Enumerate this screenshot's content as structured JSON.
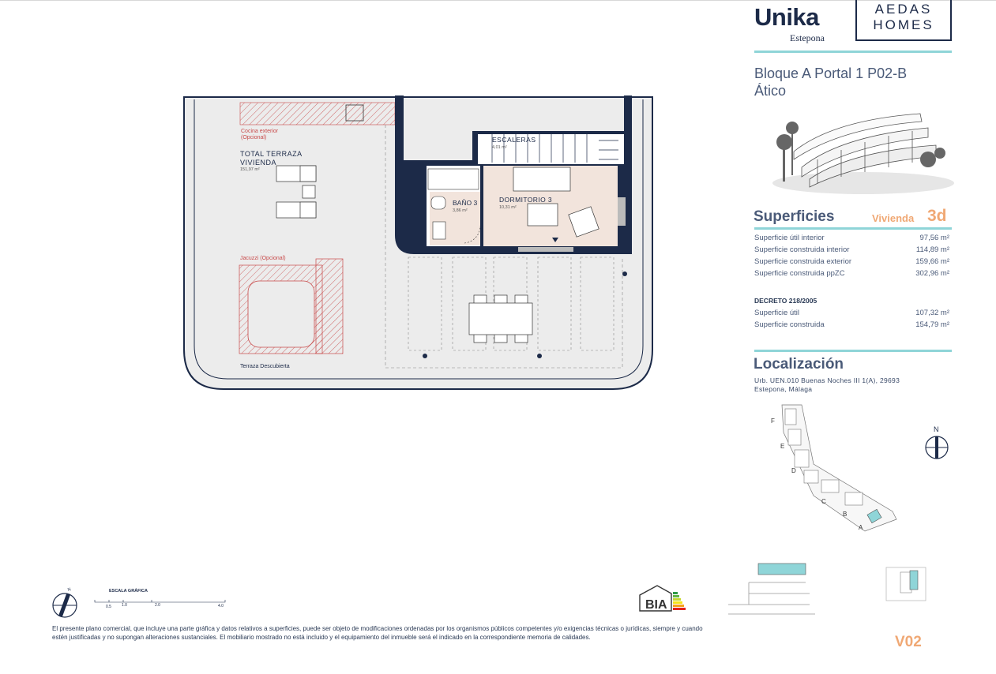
{
  "brand": {
    "name": "Unika",
    "location": "Estepona",
    "partner_line1": "AEDAS",
    "partner_line2": "HOMES"
  },
  "unit": {
    "line1": "Bloque A Portal 1 P02-B",
    "line2": "Ático"
  },
  "superficies": {
    "heading": "Superficies",
    "vivienda_label": "Vivienda",
    "vivienda_value": "3d",
    "rows": [
      {
        "label": "Superficie útil interior",
        "value": "97,56 m²"
      },
      {
        "label": "Superficie construida interior",
        "value": "114,89 m²"
      },
      {
        "label": "Superficie construida exterior",
        "value": "159,66 m²"
      },
      {
        "label": "Superficie construida ppZC",
        "value": "302,96 m²"
      }
    ],
    "decreto_heading": "DECRETO 218/2005",
    "decreto_rows": [
      {
        "label": "Superficie útil",
        "value": "107,32 m²"
      },
      {
        "label": "Superficie construida",
        "value": "154,79 m²"
      }
    ]
  },
  "localizacion": {
    "heading": "Localización",
    "address_line1": "Urb. UEN.010 Buenas Noches III 1(A), 29693",
    "address_line2": "Estepona, Málaga",
    "blocks": [
      "F",
      "E",
      "D",
      "C",
      "B",
      "A"
    ],
    "north": "N"
  },
  "plan": {
    "cocina_exterior": "Cocina exterior",
    "cocina_opcional": "(Opcional)",
    "total_terraza_1": "TOTAL  TERRAZA",
    "total_terraza_2": "VIVIENDA",
    "total_terraza_area": "151,97 m²",
    "escaleras": "ESCALERAS",
    "escaleras_area": "4,01 m²",
    "bano": "BAÑO 3",
    "bano_area": "3,86 m²",
    "dormitorio": "DORMITORIO 3",
    "dormitorio_area": "10,31 m²",
    "jacuzzi": "Jacuzzi (Opcional)",
    "terraza_descubierta": "Terraza Descubierta"
  },
  "scale": {
    "label": "ESCALA GRÁFICA",
    "ticks": [
      "0.5",
      "1.0",
      "2.0",
      "4.0"
    ],
    "north": "N"
  },
  "energy_label": "BIA",
  "disclaimer": "El presente plano comercial, que incluye una parte gráfica y datos relativos a superficies, puede ser objeto de modificaciones ordenadas por los organismos públicos competentes y/o exigencias técnicas o jurídicas, siempre y cuando estén justificadas y no supongan alteraciones sustanciales. El mobiliario mostrado no está incluido y el equipamiento del inmueble será el indicado en la correspondiente memoria de calidades.",
  "version": "V02",
  "colors": {
    "navy": "#1c2a48",
    "teal": "#8fd5d8",
    "orange": "#f0a874",
    "hatch": "#c84a4a",
    "room": "#f2e4dc",
    "terrace": "#ececec"
  }
}
